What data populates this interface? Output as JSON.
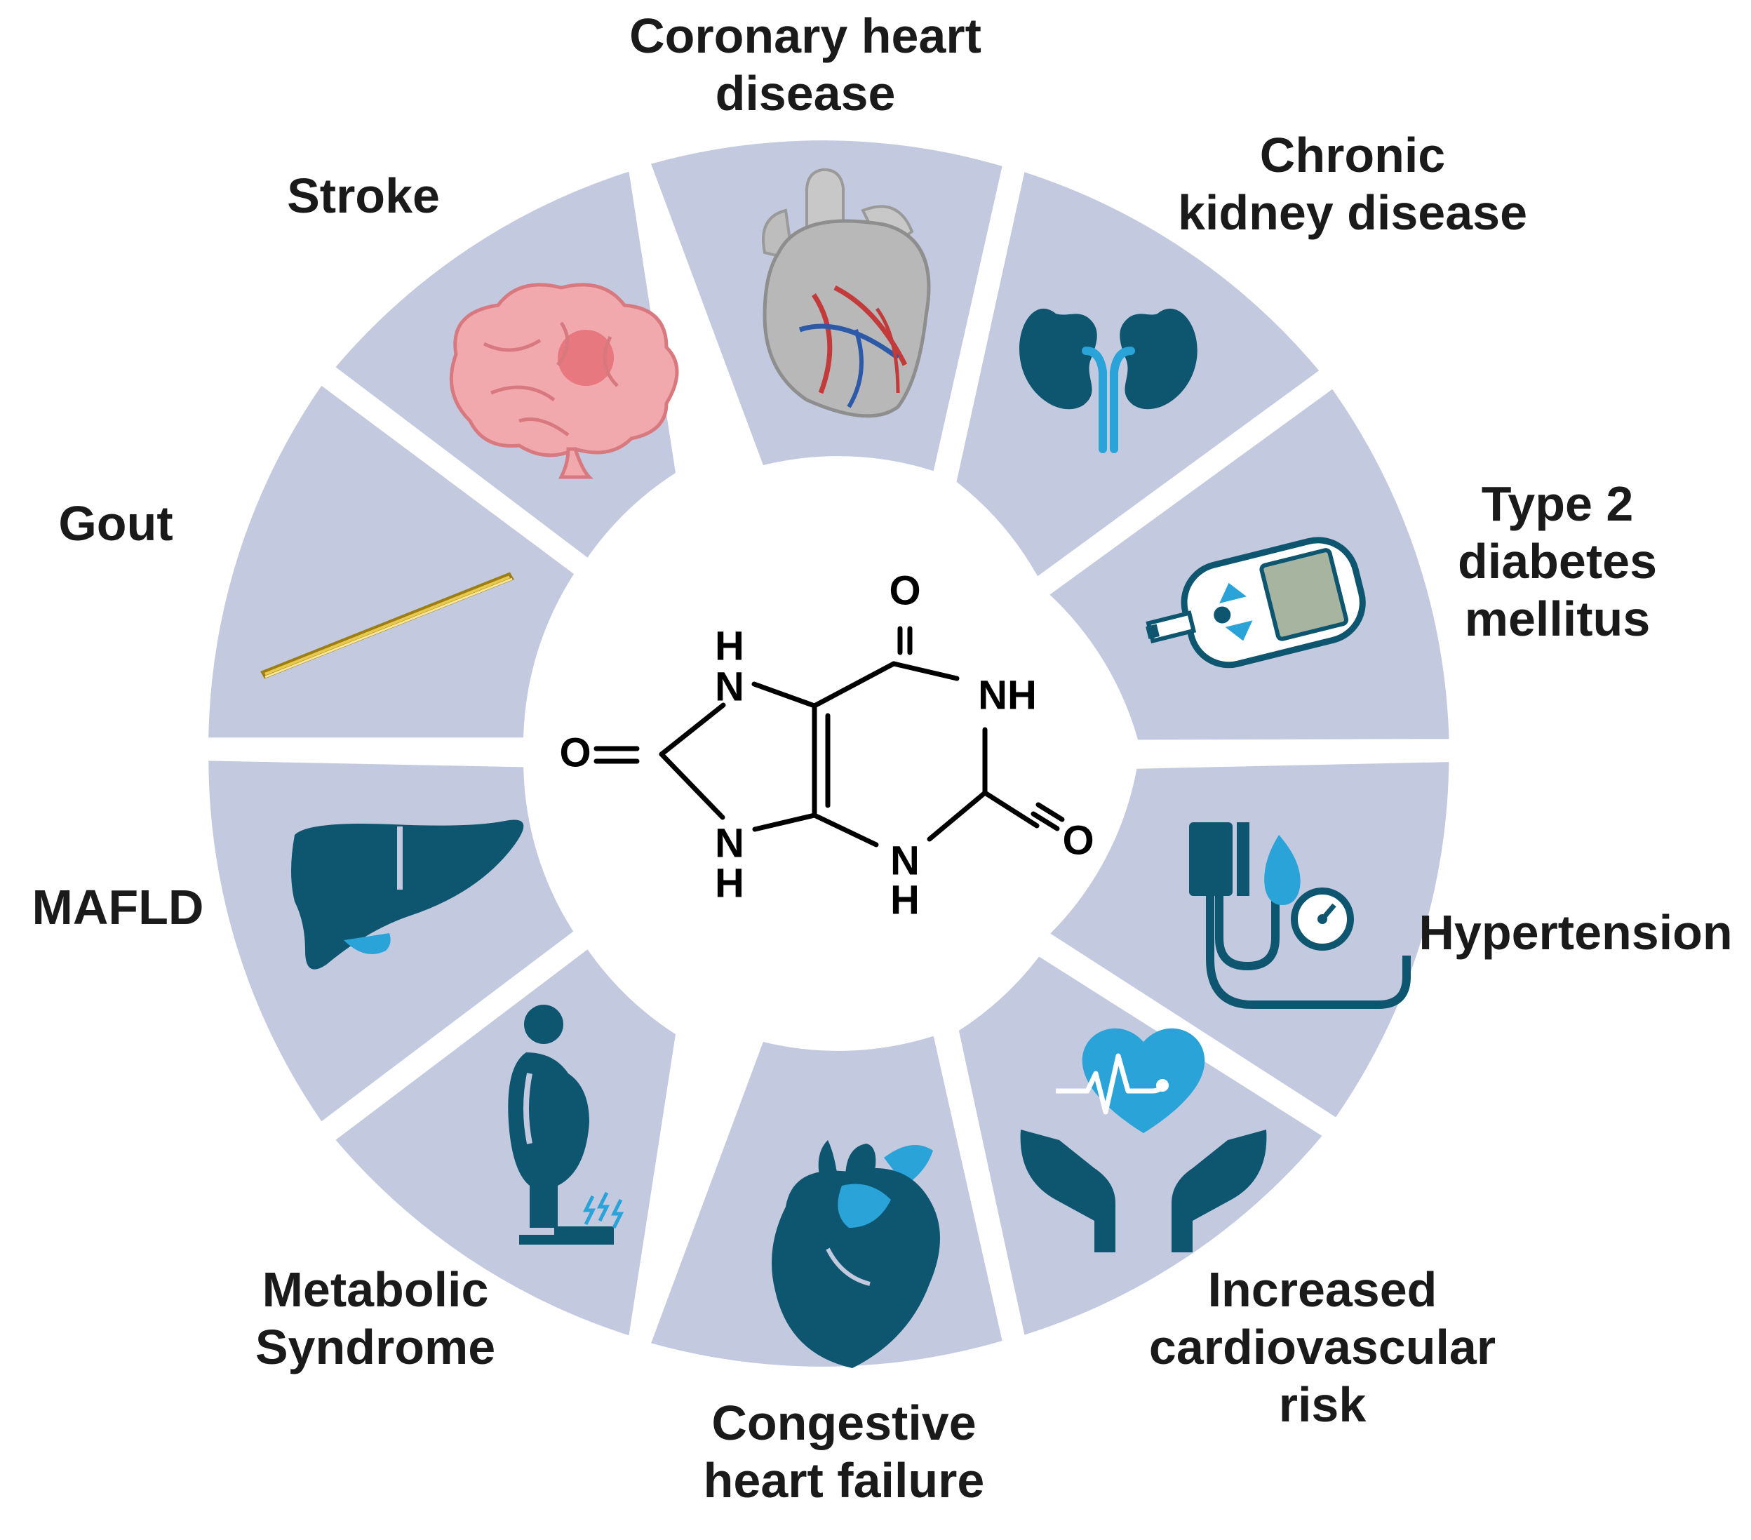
{
  "center_molecule": {
    "atoms": {
      "o_top": "O",
      "nh_right": "NH",
      "o_right": "O",
      "n_bottom": "N",
      "h_bottom": "H",
      "n_left_bottom": "N",
      "h_left_bottom": "H",
      "o_left": "O",
      "h_left_top": "H",
      "n_left_top": "N"
    }
  },
  "segments": [
    {
      "id": "coronary",
      "lines": [
        "Coronary heart",
        "disease"
      ],
      "icon": "heart-anatomy-icon"
    },
    {
      "id": "kidney",
      "lines": [
        "Chronic",
        "kidney disease"
      ],
      "icon": "kidney-icon"
    },
    {
      "id": "diabetes",
      "lines": [
        "Type 2",
        "diabetes",
        "mellitus"
      ],
      "icon": "glucose-meter-icon"
    },
    {
      "id": "hypertension",
      "lines": [
        "Hypertension"
      ],
      "icon": "blood-pressure-monitor-icon"
    },
    {
      "id": "cardiovascular",
      "lines": [
        "Increased",
        "cardiovascular",
        "risk"
      ],
      "icon": "heart-in-hands-icon"
    },
    {
      "id": "chf",
      "lines": [
        "Congestive",
        "heart failure"
      ],
      "icon": "heart-icon"
    },
    {
      "id": "metabolic",
      "lines": [
        "Metabolic",
        "Syndrome"
      ],
      "icon": "obese-person-on-scale-icon"
    },
    {
      "id": "mafld",
      "lines": [
        "MAFLD"
      ],
      "icon": "liver-icon"
    },
    {
      "id": "gout",
      "lines": [
        "Gout"
      ],
      "icon": "urate-crystal-icon"
    },
    {
      "id": "stroke",
      "lines": [
        "Stroke"
      ],
      "icon": "brain-icon"
    }
  ],
  "colors": {
    "segment_fill": "#c3cadf",
    "icon_dark": "#0e5670",
    "icon_light": "#2aa3d8",
    "brain": "#f2a9ad",
    "brain_focus": "#e0505a",
    "crystal": "#e9c94e",
    "heart_gray": "#b3b3b3",
    "label": "#1a1a1a"
  }
}
